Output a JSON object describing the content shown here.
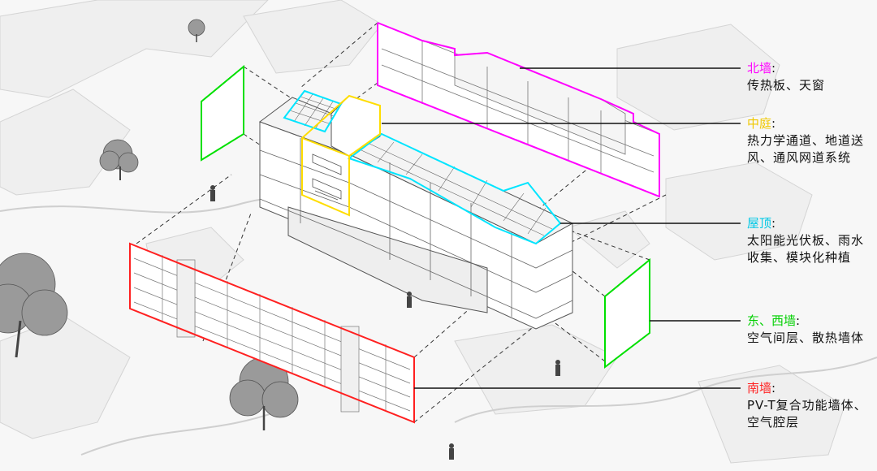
{
  "colors": {
    "north": "#ff00ff",
    "courtyard": "#ffdd00",
    "roof": "#00e5ff",
    "eastwest": "#00e000",
    "south": "#ff2020"
  },
  "labels": [
    {
      "key": "north",
      "title": "北墙",
      "colon": ":",
      "desc": "传热板、天窗"
    },
    {
      "key": "courtyard",
      "title": "中庭",
      "colon": ":",
      "desc": "热力学通道、地道送风、通风网道系统"
    },
    {
      "key": "roof",
      "title": "屋顶",
      "colon": ":",
      "desc": "太阳能光伏板、雨水收集、模块化种植"
    },
    {
      "key": "eastwest",
      "title": "东、西墙",
      "colon": ":",
      "desc": "空气间层、散热墙体"
    },
    {
      "key": "south",
      "title": "南墙",
      "colon": ":",
      "desc": "PV-T复合功能墙体、空气腔层"
    }
  ]
}
